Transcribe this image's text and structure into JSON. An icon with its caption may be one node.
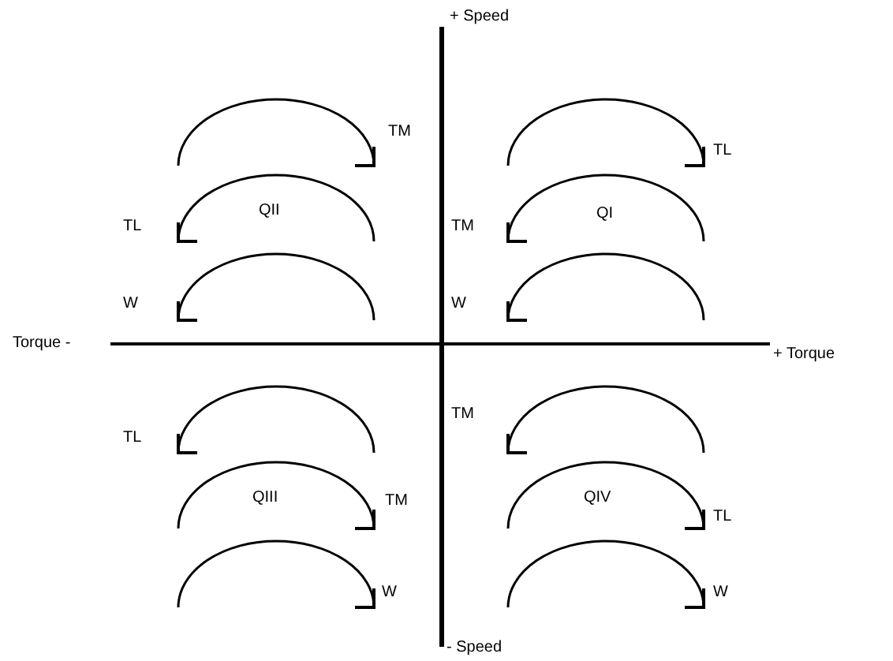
{
  "diagram": {
    "labels": [
      "+ Speed",
      "TM",
      "TL",
      "TL",
      "QII",
      "TM",
      "QI",
      "W",
      "W",
      "Torque -",
      "+ Torque",
      "TL",
      "TM",
      "QIII",
      "TM",
      "QIV",
      "TL",
      "W",
      "W",
      "- Speed"
    ]
  }
}
